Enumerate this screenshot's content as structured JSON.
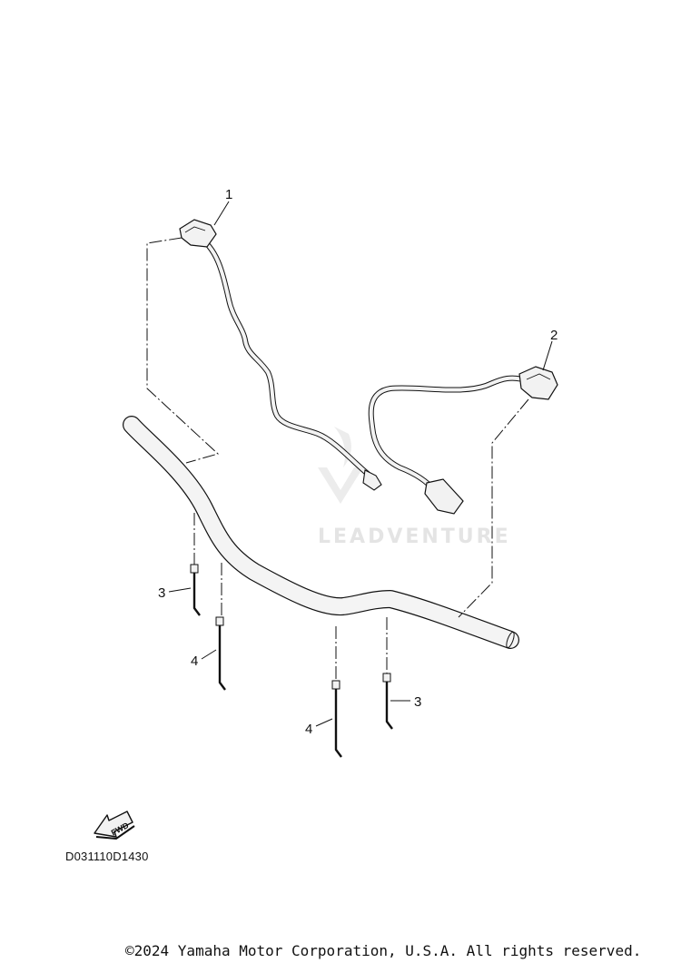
{
  "callouts": [
    {
      "id": "1",
      "label": "1"
    },
    {
      "id": "2",
      "label": "2"
    },
    {
      "id": "3a",
      "label": "3"
    },
    {
      "id": "4a",
      "label": "4"
    },
    {
      "id": "4b",
      "label": "4"
    },
    {
      "id": "3b",
      "label": "3"
    }
  ],
  "fwd_badge": "FWD",
  "diagram_code": "D031110D1430",
  "watermark": "LEADVENTURE",
  "copyright": "©2024 Yamaha Motor Corporation, U.S.A. All rights reserved.",
  "colors": {
    "line": "#111111",
    "part_fill": "#f2f2f2",
    "watermark": "#e4e4e4"
  },
  "icons": [
    "fwd-arrow-icon",
    "watermark-logo-icon"
  ]
}
